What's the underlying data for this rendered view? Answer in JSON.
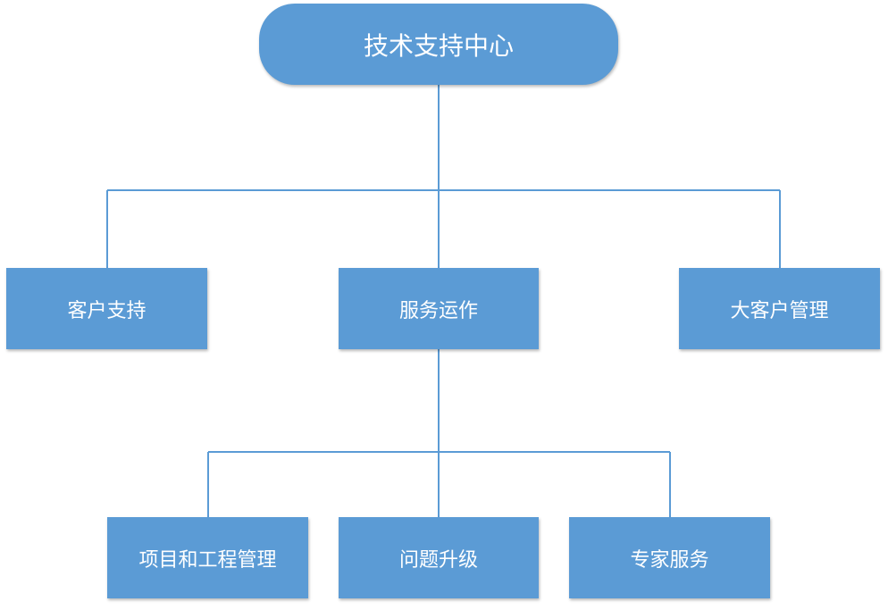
{
  "chart": {
    "root": {
      "label": "技术支持中心"
    },
    "level1": [
      {
        "label": "客户支持"
      },
      {
        "label": "服务运作"
      },
      {
        "label": "大客户管理"
      }
    ],
    "level2": [
      {
        "label": "项目和工程管理"
      },
      {
        "label": "问题升级"
      },
      {
        "label": "专家服务"
      }
    ]
  },
  "colors": {
    "node_fill": "#5b9bd5",
    "node_text": "#ffffff",
    "connector": "#5b9bd5"
  }
}
